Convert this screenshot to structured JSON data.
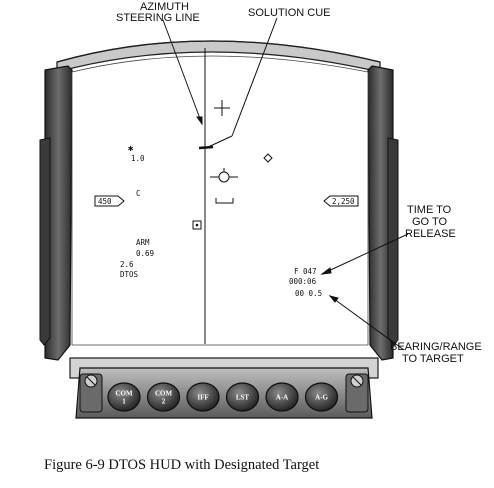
{
  "callouts": {
    "azimuth_line1": "AZIMUTH",
    "azimuth_line2": "STEERING LINE",
    "solution_cue": "SOLUTION CUE",
    "time_line1": "TIME TO",
    "time_line2": "GO TO",
    "time_line3": "RELEASE",
    "bearing_line1": "BEARING/RANGE",
    "bearing_line2": "TO TARGET"
  },
  "hud": {
    "star": "✱",
    "star_value": "1.0",
    "speed": "450",
    "altitude": "2,250",
    "c_label": "C",
    "arm": "ARM",
    "arm_value1": "0.69",
    "arm_value2": "2.6",
    "mode": "DTOS",
    "release_f": "F 047",
    "release_time": "000:06",
    "bearing_range": "00 0.5"
  },
  "buttons": [
    "COM 1",
    "COM 2",
    "IFF",
    "LST",
    "A-A",
    "A-G"
  ],
  "button_lines": [
    [
      "COM",
      "1"
    ],
    [
      "COM",
      "2"
    ],
    [
      "IFF"
    ],
    [
      "LST"
    ],
    [
      "A-A"
    ],
    [
      "A-G"
    ]
  ],
  "caption": "Figure 6-9  DTOS HUD with Designated Target"
}
